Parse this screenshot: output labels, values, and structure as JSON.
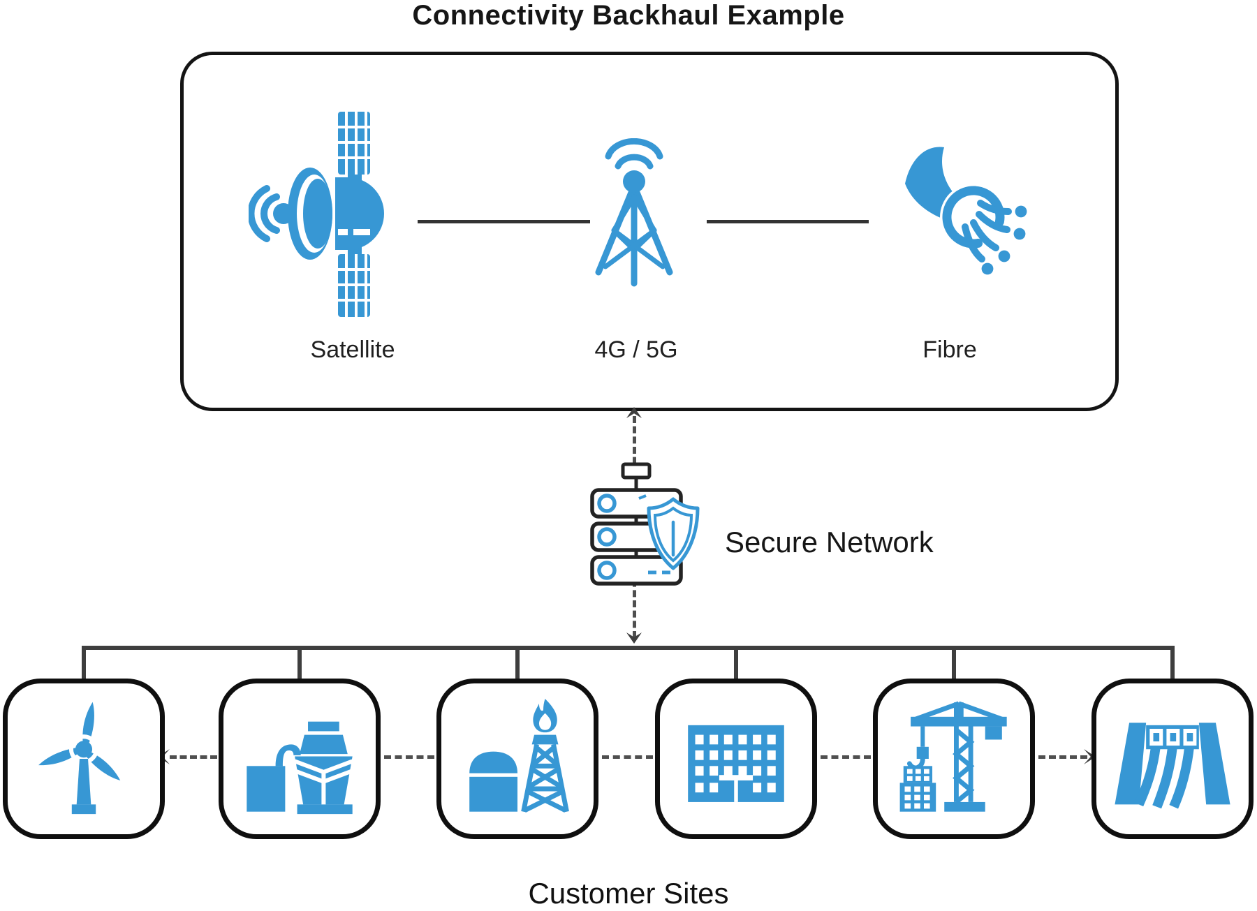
{
  "diagram": {
    "title": "Connectivity Backhaul Example"
  },
  "backhaul": {
    "items": [
      {
        "label": "Satellite",
        "icon": "satellite-icon"
      },
      {
        "label": "4G / 5G",
        "icon": "cell-tower-icon"
      },
      {
        "label": "Fibre",
        "icon": "fibre-optic-icon"
      }
    ]
  },
  "secure_network": {
    "label": "Secure Network",
    "icon": "server-shield-icon"
  },
  "customer_sites": {
    "caption": "Customer Sites",
    "sites": [
      {
        "icon": "wind-turbine-icon"
      },
      {
        "icon": "port-ship-icon"
      },
      {
        "icon": "oil-gas-icon"
      },
      {
        "icon": "office-building-icon"
      },
      {
        "icon": "construction-crane-icon"
      },
      {
        "icon": "hydro-dam-icon"
      }
    ]
  },
  "colors": {
    "accent_blue": "#3797D4",
    "outline_dark": "#141414",
    "connector_gray": "#3E3E3E",
    "dashed_gray": "#4F4F4F"
  }
}
